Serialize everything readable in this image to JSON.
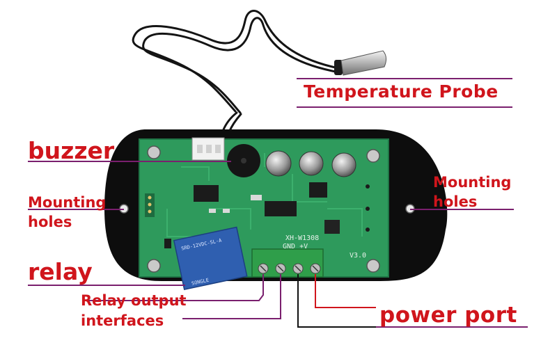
{
  "labels": {
    "temperature_probe": "Temperature Probe",
    "buzzer": "buzzer",
    "mounting_holes_left_1": "Mounting",
    "mounting_holes_left_2": "holes",
    "mounting_holes_right_1": "Mounting",
    "mounting_holes_right_2": "holes",
    "relay": "relay",
    "relay_output_1": "Relay output",
    "relay_output_2": "interfaces",
    "power_port": "power port"
  },
  "pcb": {
    "model": "XH-W1308",
    "version": "V3.0",
    "power_terminal": "GND +V",
    "relay_text": "SRD-12VDC-SL-A",
    "relay_brand": "SONGLE"
  },
  "colors": {
    "label_text": "#d0151c",
    "pointer_line": "#7a1f6e",
    "pcb_green": "#2e9a5c",
    "housing": "#0d0d0d",
    "relay_blue": "#2f5fb0",
    "terminal_green": "#2f9e4a"
  }
}
